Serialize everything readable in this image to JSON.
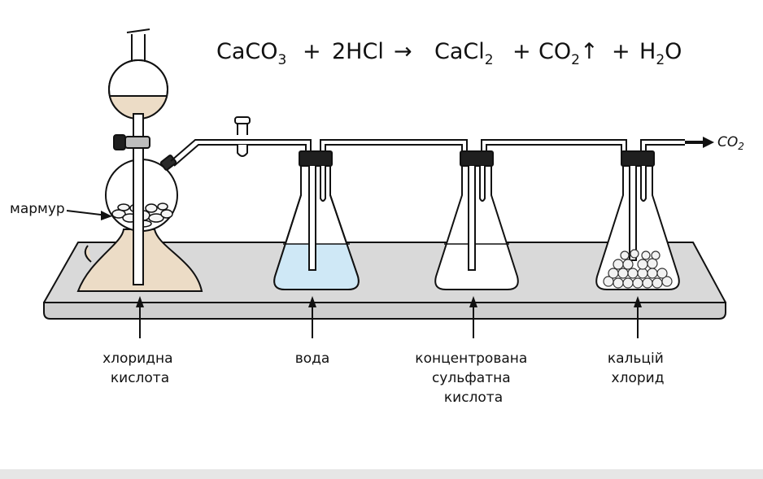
{
  "equation": {
    "reactant_1": "CaCO",
    "reactant_1_sub": "3",
    "plus_1": "+",
    "reactant_2": "2HCl",
    "arrow": "→",
    "product_1": "CaCl",
    "product_1_sub": "2",
    "plus_2": "+",
    "product_2": "CO",
    "product_2_sub": "2",
    "gas_arrow": "↑",
    "plus_3": "+",
    "product_3": "H",
    "product_3_sub": "2",
    "product_3_end": "O"
  },
  "outlet": {
    "label": "CO",
    "label_sub": "2"
  },
  "labels": {
    "marble": "мармур",
    "hcl_line1": "хлоридна",
    "hcl_line2": "кислота",
    "water": "вода",
    "acid_line1": "концентрована",
    "acid_line2": "сульфатна",
    "acid_line3": "кислота",
    "cacl2_line1": "кальцій",
    "cacl2_line2": "хлорид"
  },
  "colors": {
    "acid_fill": "#ecdcc6",
    "water_fill": "#cfe8f6",
    "table_top": "#d9d9d9",
    "table_edge": "#cfcfcf",
    "outline": "#111111"
  }
}
